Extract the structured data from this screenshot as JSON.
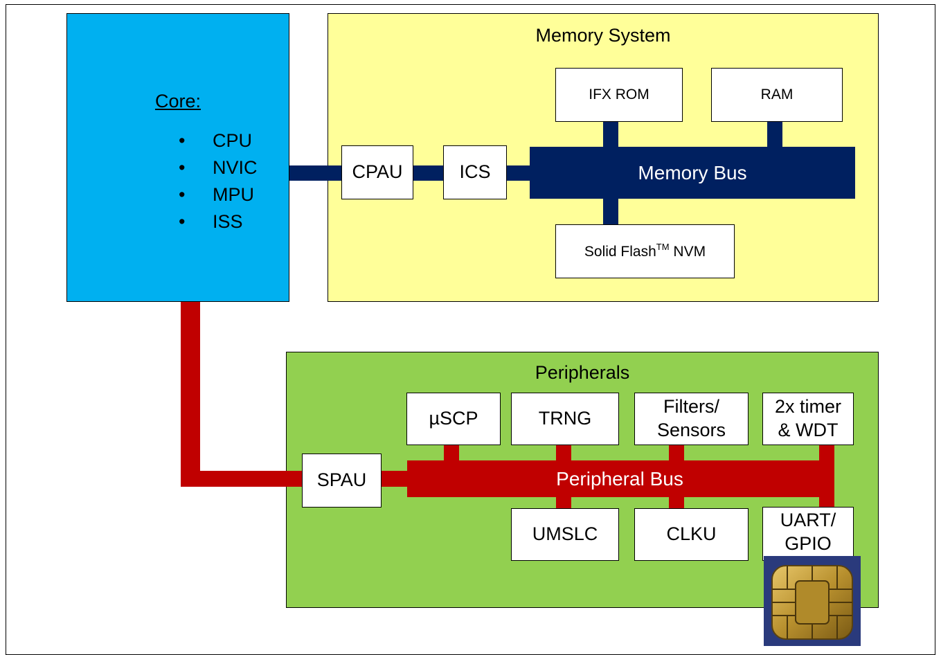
{
  "core": {
    "title": "Core:",
    "items": [
      "CPU",
      "NVIC",
      "MPU",
      "ISS"
    ]
  },
  "memory": {
    "title": "Memory System",
    "cpau": "CPAU",
    "ics": "ICS",
    "bus": "Memory Bus",
    "rom": "IFX ROM",
    "ram": "RAM",
    "nvm_main": "Solid Flash",
    "nvm_sup": "TM",
    "nvm_tail": " NVM"
  },
  "peripherals": {
    "title": "Peripherals",
    "spau": "SPAU",
    "bus": "Peripheral Bus",
    "uscp": "µSCP",
    "trng": "TRNG",
    "filters_line1": "Filters/",
    "filters_line2": "Sensors",
    "timer_line1": "2x timer",
    "timer_line2": "& WDT",
    "umslc": "UMSLC",
    "clku": "CLKU",
    "uart_line1": "UART/",
    "uart_line2": "GPIO"
  },
  "colors": {
    "core_fill": "#00b0f0",
    "memory_fill": "#ffff99",
    "peripherals_fill": "#92d050",
    "memory_bus": "#002060",
    "peripheral_bus": "#c00000"
  },
  "icons": {
    "chip": "smartcard-chip-icon"
  }
}
